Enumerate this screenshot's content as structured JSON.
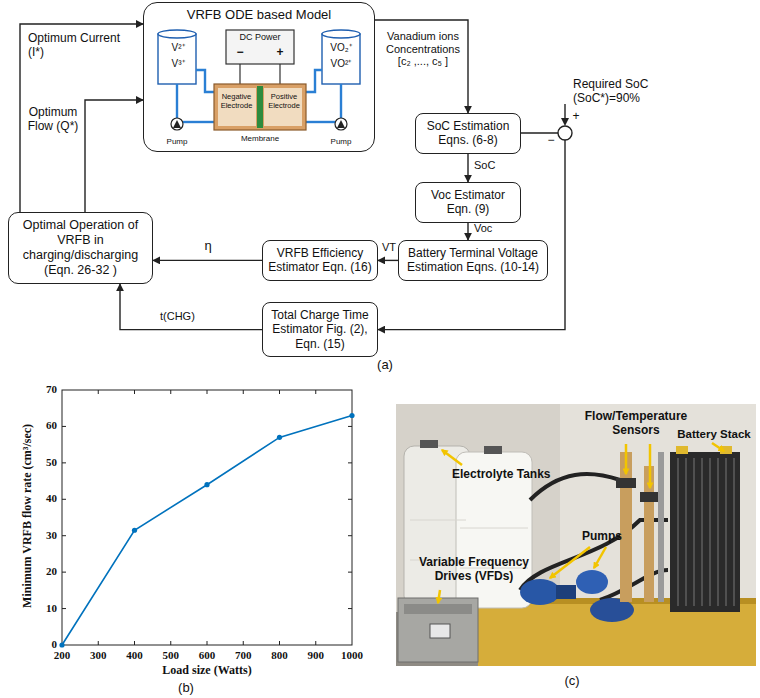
{
  "diagram": {
    "nodes": [
      {
        "text": [
          "VRFB ODE based Model"
        ]
      },
      {
        "text": [
          "SoC Estimation Eqns. (6-8)"
        ]
      },
      {
        "text": [
          "Voc Estimator Eqn. (9)"
        ]
      },
      {
        "text": [
          "Battery Terminal Voltage Estimation Eqns. (10-14)"
        ]
      },
      {
        "text": [
          "VRFB Efficiency Estimator Eqn. (16)"
        ]
      },
      {
        "text": [
          "Total Charge Time Estimator Fig. (2), Eqn. (15)"
        ]
      },
      {
        "text": [
          "Optimal Operation of VRFB in charging/discharging (Eqn. 26-32 )"
        ]
      }
    ],
    "edges": [
      {
        "from": 0,
        "to": 1,
        "arrow": "to",
        "label": "Vanadium ions Concentrations [c₂ ,..., c₅ ]"
      },
      {
        "from": 1,
        "to": 2,
        "arrow": "to",
        "label": "SoC"
      },
      {
        "from": 1,
        "to": 5,
        "arrow": "to"
      },
      {
        "from": 2,
        "to": 3,
        "arrow": "to",
        "label": "Voc"
      },
      {
        "from": 3,
        "to": 4,
        "arrow": "to",
        "label": "VT"
      },
      {
        "from": 4,
        "to": 6,
        "arrow": "to",
        "label": "η"
      },
      {
        "from": 5,
        "to": 6,
        "arrow": "to",
        "label": "t(CHG)"
      },
      {
        "from": 6,
        "to": 0,
        "arrow": "to",
        "label": "Optimum Current (I*)"
      },
      {
        "from": 6,
        "to": 0,
        "arrow": "to",
        "label": "Optimum Flow (Q*)"
      }
    ],
    "labels": [
      "V²⁺",
      "V³⁺",
      "DC Power",
      "−",
      "+",
      "VO₂⁺",
      "VO²⁺",
      "Negative Electrode",
      "Positive Electrode",
      "Pump",
      "Membrane",
      "Pump",
      "Required SoC (SoC*)=90%",
      "+",
      "−",
      "(a)",
      "70",
      "60",
      "50",
      "40",
      "30",
      "20",
      "10",
      "0",
      "200",
      "300",
      "400",
      "500",
      "600",
      "700",
      "800",
      "900",
      "1000",
      "Minimum VRFB flow rate (cm³/sec)",
      "Load size (Watts)",
      "(b)",
      "Electrolyte Tanks",
      "Flow/Temperature Sensors",
      "Battery Stack",
      "Pumps",
      "Variable Frequency Drives (VFDs)",
      "(c)"
    ]
  }
}
